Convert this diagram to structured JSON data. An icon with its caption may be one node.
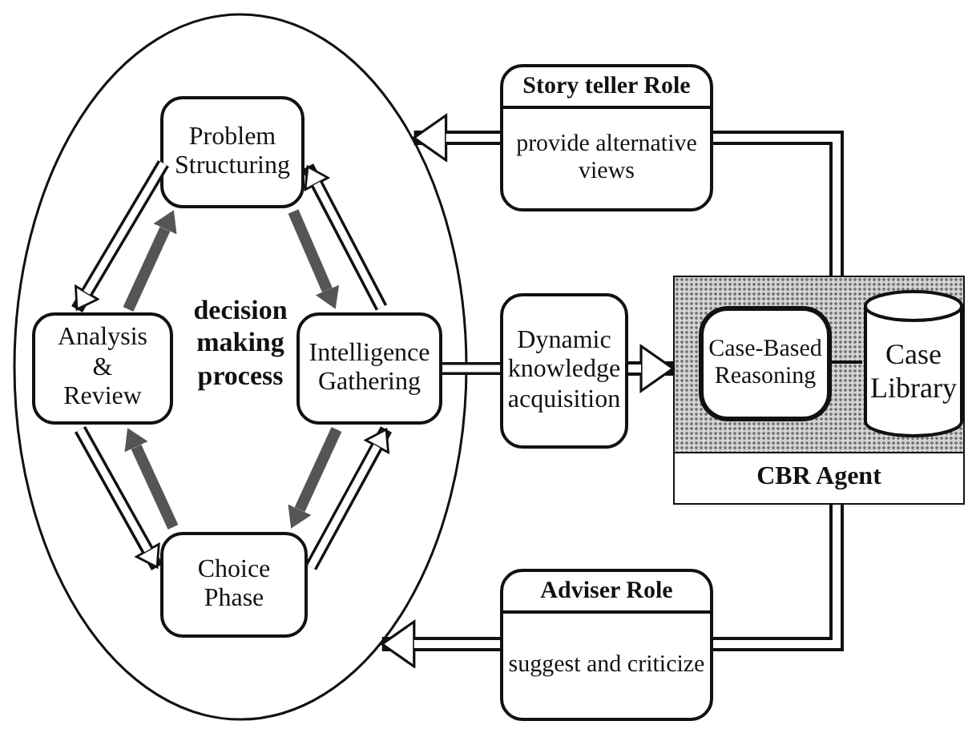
{
  "diagram": {
    "nodes": [
      {
        "text": [
          "decision making process"
        ]
      },
      {
        "text": [
          "Problem Structuring"
        ],
        "in": 0
      },
      {
        "text": [
          "Analysis & Review"
        ],
        "in": 0
      },
      {
        "text": [
          "Intelligence Gathering"
        ],
        "in": 0
      },
      {
        "text": [
          "Choice Phase"
        ],
        "in": 0
      },
      {
        "text": [
          "Story teller Role",
          "provide alternative views"
        ]
      },
      {
        "text": [
          "Dynamic knowledge acquisition"
        ]
      },
      {
        "text": [
          "CBR Agent"
        ]
      },
      {
        "text": [
          "Case-Based Reasoning"
        ],
        "in": 7
      },
      {
        "text": [
          "Case Library"
        ],
        "in": 7
      },
      {
        "text": [
          "Adviser Role",
          "suggest and criticize"
        ]
      }
    ],
    "edges": [
      {
        "from": 1,
        "to": 2,
        "arrow": "to"
      },
      {
        "from": 2,
        "to": 1,
        "arrow": "to",
        "color": "#555555"
      },
      {
        "from": 1,
        "to": 3,
        "arrow": "to",
        "color": "#555555"
      },
      {
        "from": 3,
        "to": 1,
        "arrow": "to"
      },
      {
        "from": 3,
        "to": 4,
        "arrow": "to",
        "color": "#555555"
      },
      {
        "from": 4,
        "to": 3,
        "arrow": "to"
      },
      {
        "from": 4,
        "to": 2,
        "arrow": "to",
        "color": "#555555"
      },
      {
        "from": 2,
        "to": 4,
        "arrow": "to"
      },
      {
        "from": 7,
        "to": 5,
        "arrow": "none"
      },
      {
        "from": 5,
        "to": 0,
        "arrow": "to"
      },
      {
        "from": 3,
        "to": 6,
        "arrow": "none"
      },
      {
        "from": 6,
        "to": 7,
        "arrow": "to"
      },
      {
        "from": 7,
        "to": 10,
        "arrow": "none"
      },
      {
        "from": 10,
        "to": 0,
        "arrow": "to"
      },
      {
        "from": 8,
        "to": 9,
        "arrow": "none"
      }
    ]
  }
}
